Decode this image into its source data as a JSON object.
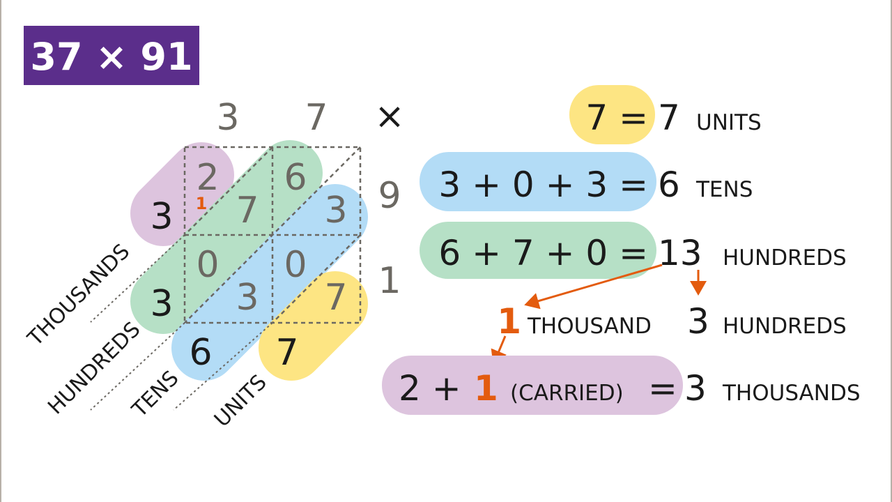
{
  "title": "37 × 91",
  "colors": {
    "title_bg": "#5b2e8b",
    "thousands": "#ddc4de",
    "hundreds": "#b6e0c6",
    "tens": "#b3dcf6",
    "units": "#fde583",
    "carry": "#e35b0e",
    "grid_digits": "#6b6862"
  },
  "lattice": {
    "top_digits": [
      "3",
      "7"
    ],
    "times": "×",
    "side_digits": [
      "9",
      "1"
    ],
    "cells": [
      {
        "tens": "2",
        "units": "7"
      },
      {
        "tens": "6",
        "units": "3"
      },
      {
        "tens": "0",
        "units": "3"
      },
      {
        "tens": "0",
        "units": "7"
      }
    ],
    "carry": "1",
    "results": {
      "thousands": "3",
      "hundreds": "3",
      "tens": "6",
      "units": "7"
    },
    "labels": [
      "THOUSANDS",
      "HUNDREDS",
      "TENS",
      "UNITS"
    ]
  },
  "steps": [
    {
      "expr": "7 =",
      "result": "7",
      "unit": "UNITS"
    },
    {
      "expr": "3 + 0 + 3 =",
      "result": "6",
      "unit": "TENS"
    },
    {
      "expr": "6 + 7 + 0 =",
      "result": "13",
      "unit": "HUNDREDS"
    }
  ],
  "split": {
    "carry": "1",
    "carry_unit": "THOUSAND",
    "remain": "3",
    "remain_unit": "HUNDREDS"
  },
  "final": {
    "a": "2 +",
    "carry": "1",
    "note": "(CARRIED)",
    "eq": "=",
    "result": "3",
    "unit": "THOUSANDS"
  }
}
